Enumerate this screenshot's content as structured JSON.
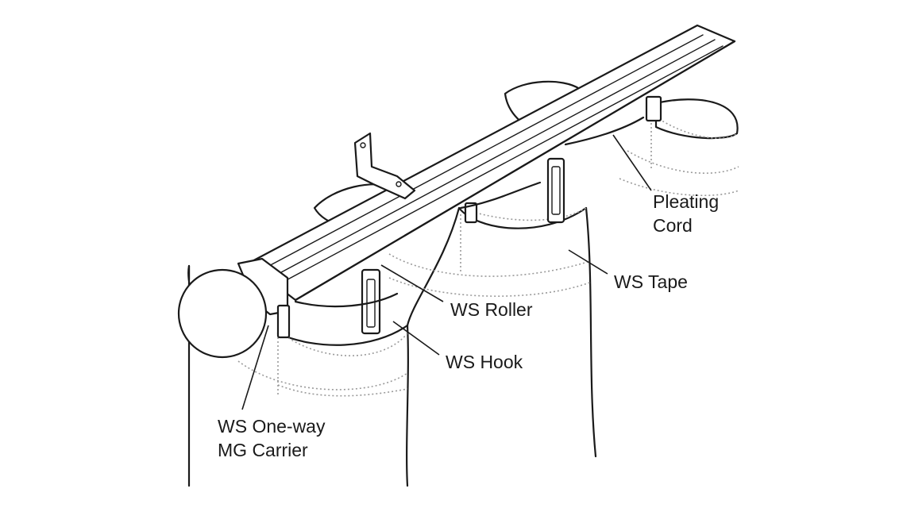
{
  "labels": {
    "pleating_cord_1": "Pleating",
    "pleating_cord_2": "Cord",
    "ws_tape": "WS Tape",
    "ws_roller": "WS Roller",
    "ws_hook": "WS Hook",
    "ws_carrier_1": "WS One-way",
    "ws_carrier_2": "MG Carrier"
  }
}
